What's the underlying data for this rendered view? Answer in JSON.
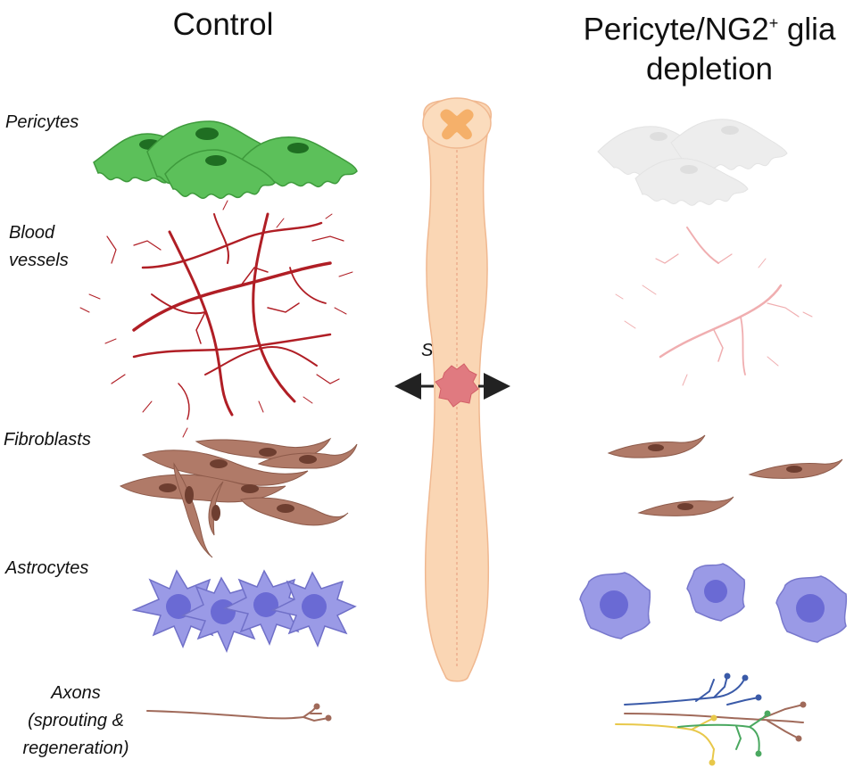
{
  "headings": {
    "control": "Control",
    "depletion_line1_prefix": "Pericyte/NG2",
    "depletion_line1_sup": "+",
    "depletion_line1_suffix": " glia",
    "depletion_line2": "depletion"
  },
  "row_labels": {
    "pericytes": "Pericytes",
    "blood_line1": "Blood",
    "blood_line2": "vessels",
    "fibroblasts": "Fibroblasts",
    "astrocytes": "Astrocytes",
    "axons_line1": "Axons",
    "axons_line2": "(sprouting &",
    "axons_line3": "regeneration)"
  },
  "injury_label": "SCI",
  "colors": {
    "pericyte_green": "#5cc05a",
    "pericyte_faded": "#ededed",
    "vessel_red": "#b01e25",
    "vessel_faded": "#f0aeb0",
    "fibroblast_brown": "#b07a68",
    "astrocyte_purple": "#9a9ae6",
    "cord_fill": "#fad6b4",
    "lesion_pink": "#e07a80",
    "axon_blue": "#3a5aa8",
    "axon_yellow": "#e8c84a",
    "axon_green": "#4aa860"
  }
}
